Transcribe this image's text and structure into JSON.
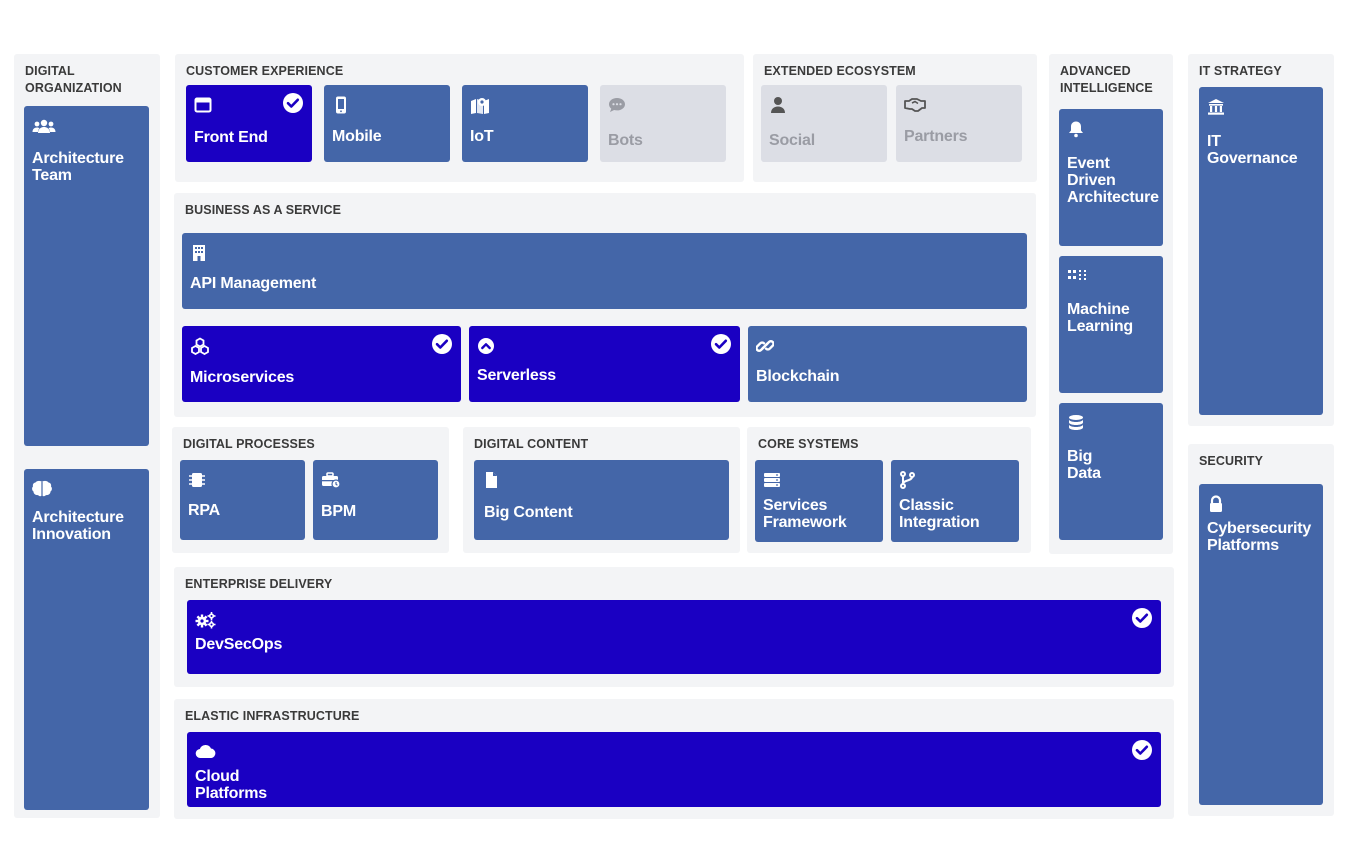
{
  "colors": {
    "panel_bg": "#f3f4f6",
    "tile_mid": "#4466a8",
    "tile_selected": "#1a00c2",
    "tile_inactive": "#dcdee5",
    "label": "#3a3a3a"
  },
  "sections": {
    "digital_organization": {
      "title": "DIGITAL ORGANIZATION",
      "architecture_team": {
        "label": "Architecture Team",
        "icon": "users-icon"
      },
      "architecture_innovation": {
        "label": "Architecture Innovation",
        "icon": "brain-icon"
      }
    },
    "customer_experience": {
      "title": "CUSTOMER EXPERIENCE",
      "front_end": {
        "label": "Front End",
        "icon": "window-icon",
        "selected": true
      },
      "mobile": {
        "label": "Mobile",
        "icon": "mobile-icon"
      },
      "iot": {
        "label": "IoT",
        "icon": "map-pin-icon"
      },
      "bots": {
        "label": "Bots",
        "icon": "chat-icon",
        "inactive": true
      }
    },
    "extended_ecosystem": {
      "title": "EXTENDED ECOSYSTEM",
      "social": {
        "label": "Social",
        "icon": "user-icon",
        "inactive": true
      },
      "partners": {
        "label": "Partners",
        "icon": "handshake-icon",
        "inactive": true
      }
    },
    "advanced_intelligence": {
      "title": "ADVANCED INTELLIGENCE",
      "event_driven": {
        "label": "Event Driven Architecture",
        "icon": "bell-icon"
      },
      "machine_learning": {
        "label": "Machine Learning",
        "icon": "grid-icon"
      },
      "big_data": {
        "label": "Big Data",
        "icon": "database-icon"
      }
    },
    "it_strategy": {
      "title": "IT STRATEGY",
      "it_governance": {
        "label": "IT Governance",
        "icon": "bank-icon"
      }
    },
    "business_as_a_service": {
      "title": "BUSINESS AS A SERVICE",
      "api_management": {
        "label": "API Management",
        "icon": "building-icon"
      },
      "microservices": {
        "label": "Microservices",
        "icon": "cubes-icon",
        "selected": true
      },
      "serverless": {
        "label": "Serverless",
        "icon": "chevron-circle-icon",
        "selected": true
      },
      "blockchain": {
        "label": "Blockchain",
        "icon": "link-icon"
      }
    },
    "digital_processes": {
      "title": "DIGITAL PROCESSES",
      "rpa": {
        "label": "RPA",
        "icon": "chip-icon"
      },
      "bpm": {
        "label": "BPM",
        "icon": "toolbox-icon"
      }
    },
    "digital_content": {
      "title": "DIGITAL CONTENT",
      "big_content": {
        "label": "Big Content",
        "icon": "file-icon"
      }
    },
    "core_systems": {
      "title": "CORE SYSTEMS",
      "services_framework": {
        "label": "Services Framework",
        "icon": "server-icon"
      },
      "classic_integration": {
        "label": "Classic Integration",
        "icon": "branch-icon"
      }
    },
    "security": {
      "title": "SECURITY",
      "cybersecurity": {
        "label": "Cybersecurity Platforms",
        "icon": "lock-icon"
      }
    },
    "enterprise_delivery": {
      "title": "ENTERPRISE DELIVERY",
      "devsecops": {
        "label": "DevSecOps",
        "icon": "gears-icon",
        "selected": true
      }
    },
    "elastic_infrastructure": {
      "title": "ELASTIC INFRASTRUCTURE",
      "cloud_platforms": {
        "label": "Cloud Platforms",
        "icon": "cloud-icon",
        "selected": true
      }
    }
  }
}
